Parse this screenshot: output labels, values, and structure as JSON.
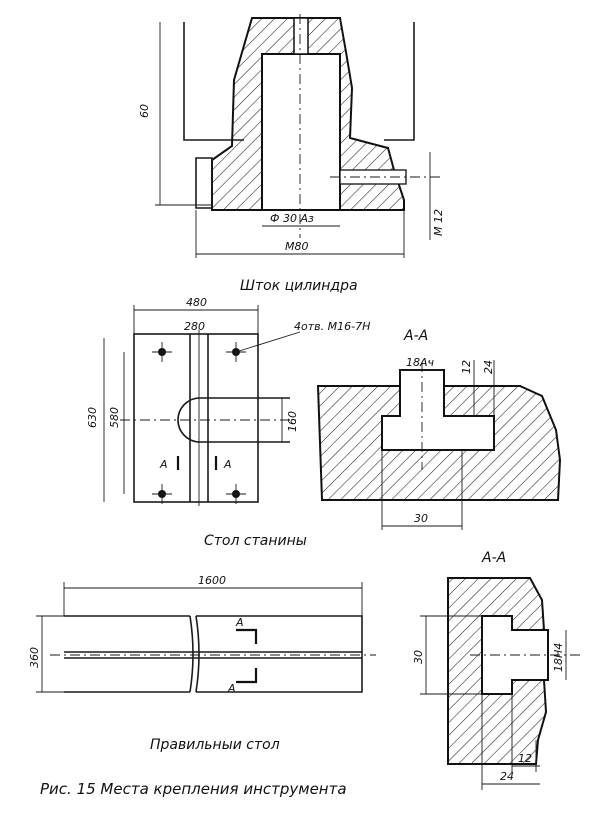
{
  "figure_caption": "Рис. 15   Места крепления инструмента",
  "piston_rod": {
    "caption": "Шток цилиндра",
    "dim_height": "60",
    "dim_bore": "Ф 30 Аз",
    "dim_thread_width": "М80",
    "dim_side_thread": "М 12"
  },
  "bed_table": {
    "caption": "Стол станины",
    "dim_width": "480",
    "dim_inner_width": "280",
    "dim_height": "630",
    "dim_inner_height": "580",
    "dim_slot": "160",
    "holes_note": "4отв. М16-7Н",
    "section_mark_left": "А",
    "section_mark_right": "А",
    "section_title": "А-А",
    "section_dim_slot": "18Ач",
    "section_dim_12": "12",
    "section_dim_24": "24",
    "section_dim_30": "30"
  },
  "straightening_table": {
    "caption": "Правильныи стол",
    "dim_length": "1600",
    "dim_width": "360",
    "section_mark_top": "А",
    "section_mark_bottom": "А",
    "section_title": "А-А",
    "section_dim_30": "30",
    "section_dim_slot": "18Н4",
    "section_dim_12": "12",
    "section_dim_24": "24"
  }
}
